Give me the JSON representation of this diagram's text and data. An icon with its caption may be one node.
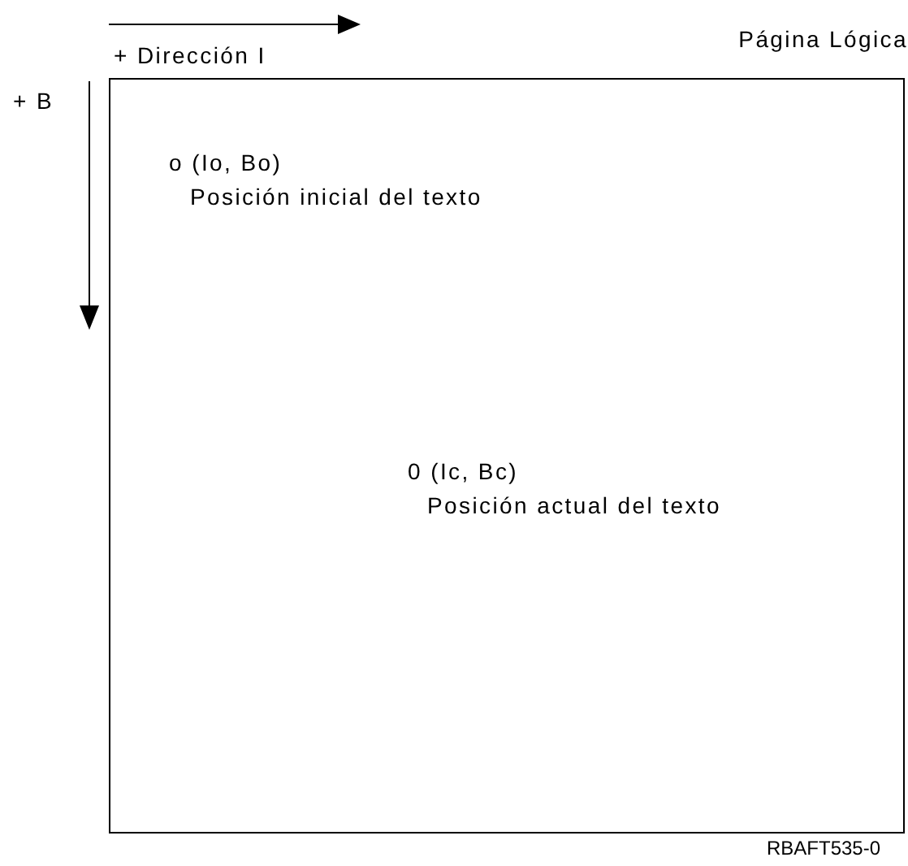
{
  "diagram": {
    "nodes": [
      {
        "text": [
          "Página Lógica",
          "o (Io, Bo)",
          "Posición inicial del texto",
          "0 (Ic, Bc)",
          "Posición actual del texto"
        ]
      }
    ],
    "labels": [
      "+ Dirección I",
      "+ B",
      "RBAFT535-0"
    ]
  }
}
